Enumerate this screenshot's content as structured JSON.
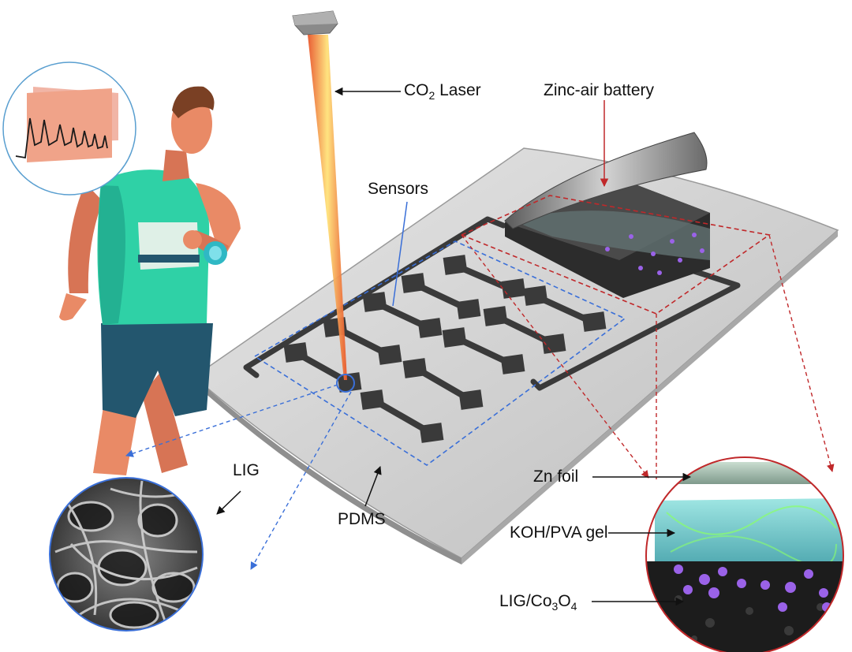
{
  "labels": {
    "laser": {
      "prefix": "CO",
      "sub": "2",
      "suffix": " Laser"
    },
    "battery": "Zinc-air battery",
    "sensors": "Sensors",
    "lig": "LIG",
    "pdms": "PDMS",
    "zn_foil": "Zn foil",
    "gel": "KOH/PVA gel",
    "cathode": {
      "prefix": "LIG/Co",
      "sub1": "3",
      "mid": "O",
      "sub2": "4"
    }
  },
  "colors": {
    "substrate": "#c9c9c9",
    "electrode": "#3a3a3a",
    "sensor_box": "#3a6fd8",
    "battery_box": "#c0282a",
    "laser_beam": "#f5a623",
    "skin": "#e98a66",
    "singlet": "#2fd1a6",
    "shorts": "#23566e",
    "gel": "#7fd6d6",
    "particles": "#9a62e8"
  }
}
